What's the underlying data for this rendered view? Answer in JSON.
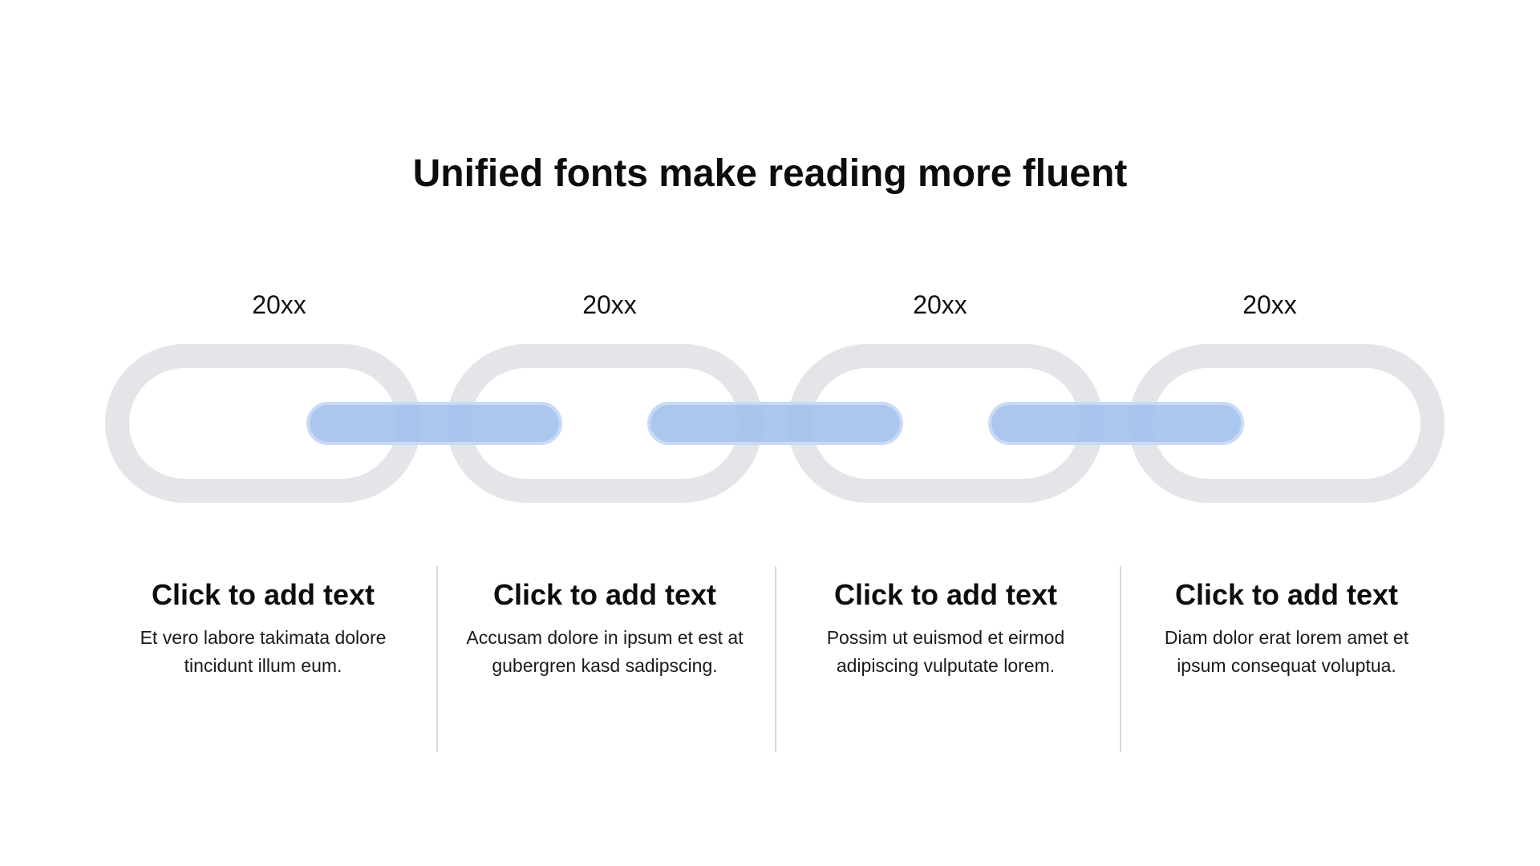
{
  "title": "Unified fonts make reading more fluent",
  "colors": {
    "ring": "#e4e5e8",
    "link": "#a0bfec",
    "link_outline": "#c9daf6",
    "link_overlap": "#8ea9de",
    "divider": "#d9d9d9"
  },
  "steps": [
    {
      "year": "20xx",
      "heading": "Click to add text",
      "body": "Et vero labore takimata dolore tincidunt illum eum."
    },
    {
      "year": "20xx",
      "heading": "Click to add text",
      "body": "Accusam dolore in ipsum et est at gubergren kasd sadipscing."
    },
    {
      "year": "20xx",
      "heading": "Click to add text",
      "body": "Possim ut euismod et eirmod adipiscing vulputate lorem."
    },
    {
      "year": "20xx",
      "heading": "Click to add text",
      "body": "Diam dolor erat lorem amet et ipsum consequat voluptua."
    }
  ]
}
